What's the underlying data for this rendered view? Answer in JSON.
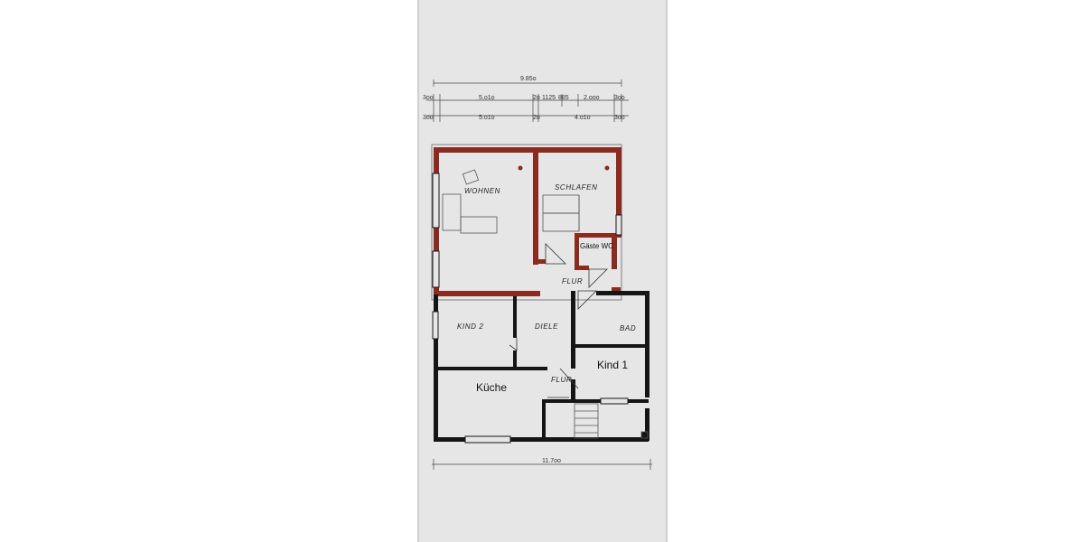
{
  "dimensions": {
    "overall_top": "9.85o",
    "row1": [
      "3oo",
      "5.o1o",
      "2o",
      "1125",
      "885",
      "2.ooo",
      "3oo"
    ],
    "row2": [
      "3oo",
      "5.o1o",
      "2o",
      "4.o1o",
      "3oo"
    ],
    "overall_bottom": "11.7oo"
  },
  "rooms": {
    "wohnen": "WOHNEN",
    "schlafen": "SCHLAFEN",
    "gaeste_wc": "Gäste WC",
    "flur_upper": "FLUR",
    "kind2": "KIND 2",
    "diele": "DIELE",
    "bad": "BAD",
    "kind1": "Kind 1",
    "kueche": "Küche",
    "flur_lower": "FLUR"
  },
  "colors": {
    "sheet": "#e6e6e6",
    "wall_dark": "#151515",
    "wall_red": "#8b2a1e"
  }
}
